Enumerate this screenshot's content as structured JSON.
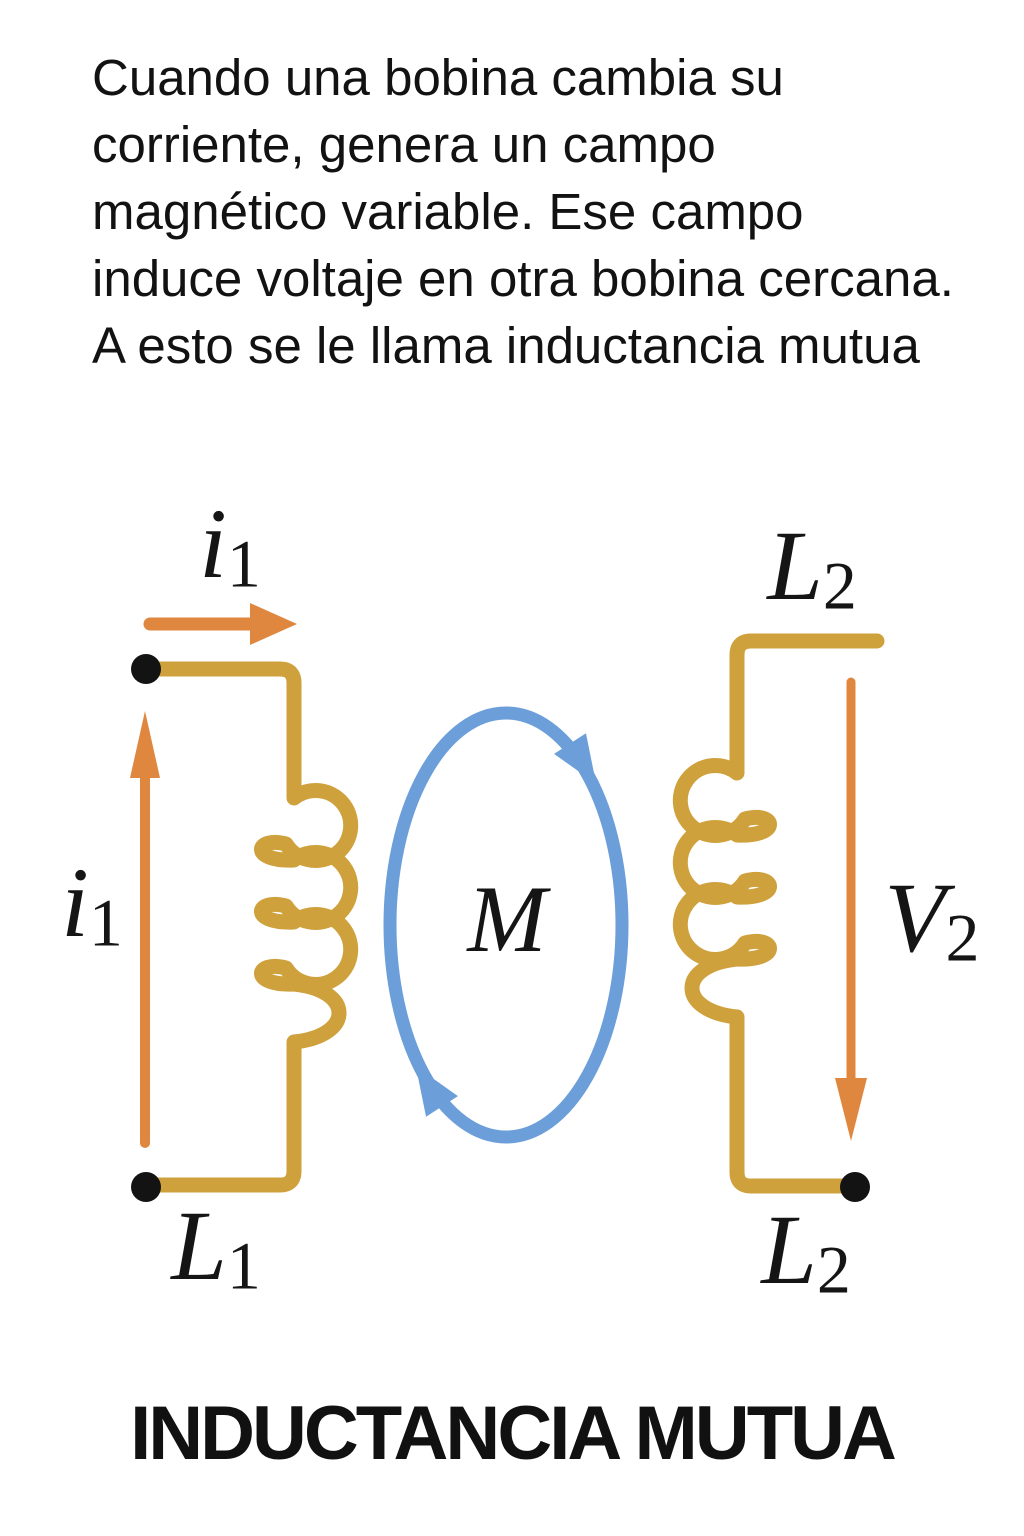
{
  "intro": {
    "text": "Cuando una bobina cambia su\ncorriente, genera un campo\nmagnético variable. Ese campo\ninduce voltaje en otra bobina cercana.\nA esto se le llama inductancia mutua"
  },
  "title": "INDUCTANCIA MUTUA",
  "diagram": {
    "labels": {
      "current_top": {
        "main": "i",
        "sub": "1"
      },
      "current_left": {
        "main": "i",
        "sub": "1"
      },
      "inductor_left": {
        "main": "L",
        "sub": "1"
      },
      "inductor_right_top": {
        "main": "L",
        "sub": "2"
      },
      "inductor_right_bottom": {
        "main": "L",
        "sub": "2"
      },
      "voltage_right": {
        "main": "V",
        "sub": "2"
      },
      "mutual": {
        "main": "M",
        "sub": ""
      }
    },
    "colors": {
      "wire": "#CFA13C",
      "arrow": "#E0873F",
      "coupling": "#6C9FD9",
      "node": "#131313"
    }
  }
}
